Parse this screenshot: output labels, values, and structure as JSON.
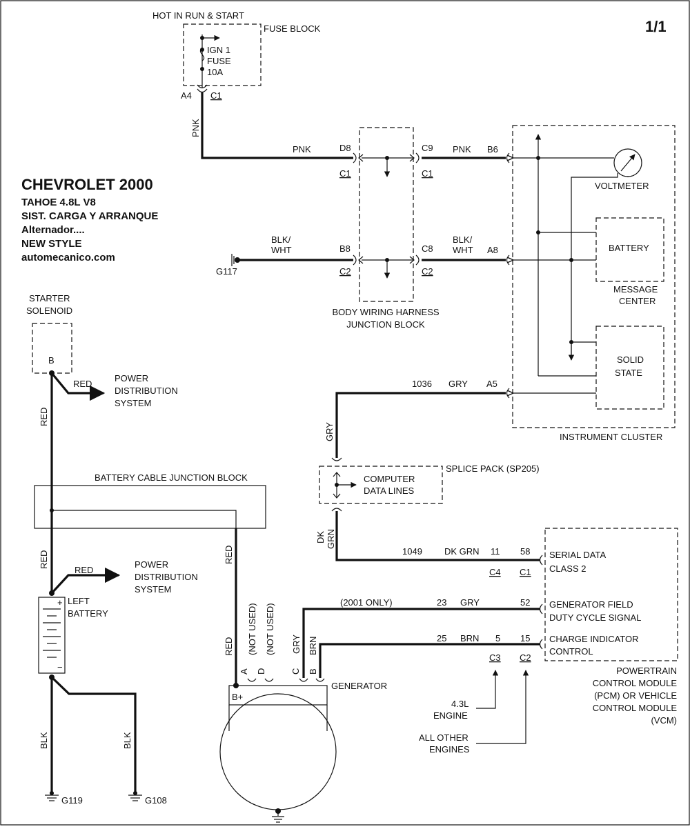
{
  "page_label": "1/1",
  "title": {
    "line1": "CHEVROLET 2000",
    "line2": "TAHOE  4.8L  V8",
    "line3": "SIST. CARGA Y ARRANQUE",
    "line4": "Alternador....",
    "line5": "NEW STYLE",
    "line6": "automecanico.com"
  },
  "fuse": {
    "hot_label": "HOT IN RUN & START",
    "block_label": "FUSE BLOCK",
    "name_line1": "IGN 1",
    "name_line2": "FUSE",
    "rating": "10A",
    "pin": "A4",
    "conn": "C1"
  },
  "junction_block": {
    "label_line1": "BODY WIRING HARNESS",
    "label_line2": "JUNCTION BLOCK",
    "pins": {
      "d8": "D8",
      "b8": "B8",
      "c9": "C9",
      "c8": "C8"
    },
    "conns": {
      "c1a": "C1",
      "c1b": "C1",
      "c2a": "C2",
      "c2b": "C2"
    }
  },
  "wires": {
    "pnk": "PNK",
    "blk_wht_1": "BLK/",
    "blk_wht_2": "WHT",
    "gry": "GRY",
    "red": "RED",
    "blk": "BLK",
    "dk": "DK",
    "grn": "GRN",
    "brn": "BRN",
    "dk_grn": "DK GRN",
    "c1036": "1036",
    "c1049": "1049",
    "c23": "23",
    "c25": "25",
    "p11": "11",
    "p5": "5",
    "only2001": "(2001 ONLY)"
  },
  "grounds": {
    "g117": "G117",
    "g119": "G119",
    "g108": "G108"
  },
  "cluster": {
    "label": "INSTRUMENT CLUSTER",
    "pins": {
      "b6": "B6",
      "a8": "A8",
      "a5": "A5"
    },
    "voltmeter": "VOLTMETER",
    "battery": "BATTERY",
    "msg1": "MESSAGE",
    "msg2": "CENTER",
    "solid1": "SOLID",
    "solid2": "STATE"
  },
  "splice": {
    "label": "SPLICE PACK (SP205)",
    "computer1": "COMPUTER",
    "computer2": "DATA LINES"
  },
  "starter": {
    "label1": "STARTER",
    "label2": "SOLENOID",
    "pin": "B",
    "pds1": "POWER",
    "pds2": "DISTRIBUTION",
    "pds3": "SYSTEM"
  },
  "battery_junction": {
    "label": "BATTERY CABLE JUNCTION BLOCK"
  },
  "left_battery": {
    "label1": "LEFT",
    "label2": "BATTERY",
    "plus": "+",
    "minus": "−"
  },
  "pcm": {
    "pins": {
      "p58": "58",
      "p52": "52",
      "p15": "15"
    },
    "conns": {
      "c4": "C4",
      "c1": "C1",
      "c3": "C3",
      "c2": "C2"
    },
    "serial1": "SERIAL DATA",
    "serial2": "CLASS 2",
    "genfield1": "GENERATOR FIELD",
    "genfield2": "DUTY CYCLE SIGNAL",
    "charge1": "CHARGE INDICATOR",
    "charge2": "CONTROL",
    "label1": "POWERTRAIN",
    "label2": "CONTROL MODULE",
    "label3": "(PCM) OR VEHICLE",
    "label4": "CONTROL MODULE",
    "label5": "(VCM)",
    "engine43_1": "4.3L",
    "engine43_2": "ENGINE",
    "other1": "ALL OTHER",
    "other2": "ENGINES"
  },
  "generator": {
    "label": "GENERATOR",
    "bplus": "B+",
    "pin_a": "A",
    "pin_d": "D",
    "pin_c": "C",
    "pin_b": "B",
    "not_used": "(NOT USED)"
  }
}
